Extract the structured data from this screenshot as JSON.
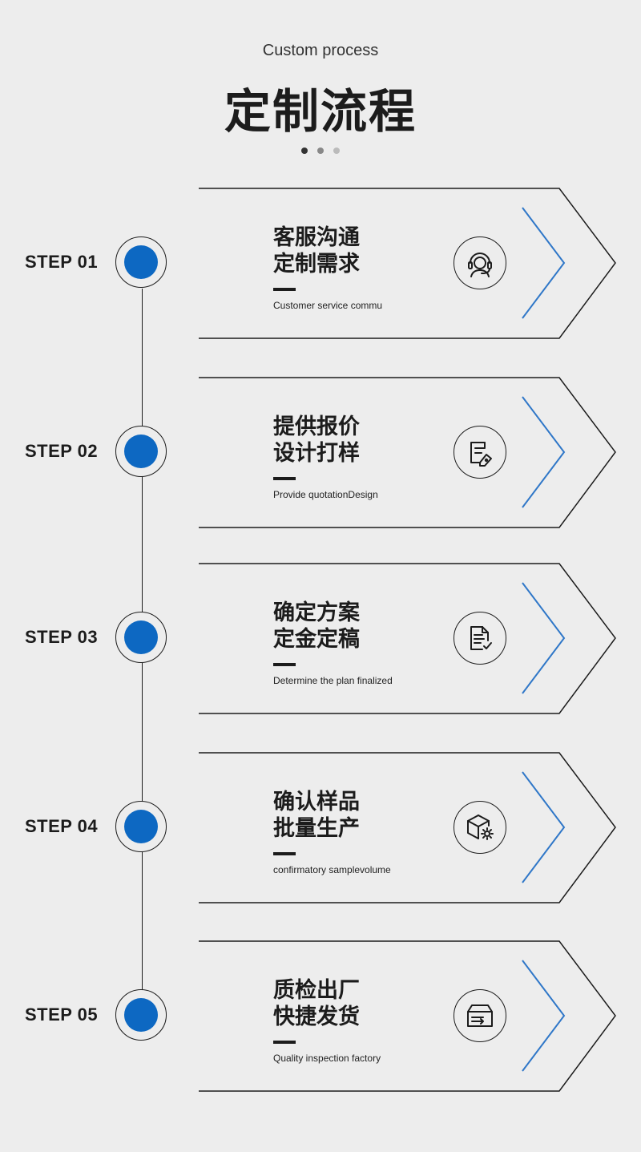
{
  "header": {
    "subtitle": "Custom process",
    "title": "定制流程"
  },
  "colors": {
    "accent": "#0d68c2",
    "text": "#1c1c1c",
    "background": "#ededed"
  },
  "steps": [
    {
      "label": "STEP 01",
      "title_line1": "客服沟通",
      "title_line2": "定制需求",
      "english": "Customer service commu",
      "icon": "customer-service-icon"
    },
    {
      "label": "STEP 02",
      "title_line1": "提供报价",
      "title_line2": "设计打样",
      "english": "Provide quotationDesign",
      "icon": "quotation-design-icon"
    },
    {
      "label": "STEP 03",
      "title_line1": "确定方案",
      "title_line2": "定金定稿",
      "english": "Determine the plan finalized",
      "icon": "document-check-icon"
    },
    {
      "label": "STEP 04",
      "title_line1": "确认样品",
      "title_line2": "批量生产",
      "english": "confirmatory samplevolume",
      "icon": "box-gear-icon"
    },
    {
      "label": "STEP 05",
      "title_line1": "质检出厂",
      "title_line2": "快捷发货",
      "english": "Quality inspection factory",
      "icon": "package-shipping-icon"
    }
  ]
}
